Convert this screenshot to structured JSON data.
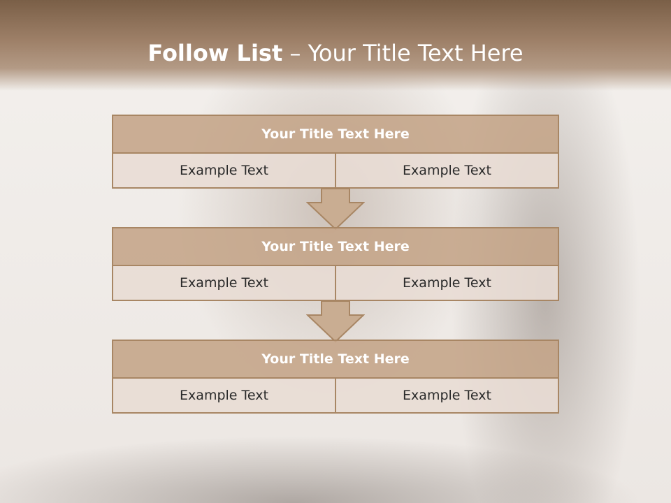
{
  "header": {
    "title_bold": "Follow List",
    "title_rest": "  – Your Title Text Here"
  },
  "blocks": [
    {
      "title": "Your Title Text Here",
      "left": "Example Text",
      "right": "Example Text"
    },
    {
      "title": "Your Title Text Here",
      "left": "Example Text",
      "right": "Example Text"
    },
    {
      "title": "Your Title Text Here",
      "left": "Example Text",
      "right": "Example Text"
    }
  ],
  "colors": {
    "header_brown": "#7a5f47",
    "block_head_fill": "#c4a488",
    "block_cell_fill": "#e8dcd4",
    "border": "#a88664",
    "arrow_fill": "#c9ad92"
  }
}
